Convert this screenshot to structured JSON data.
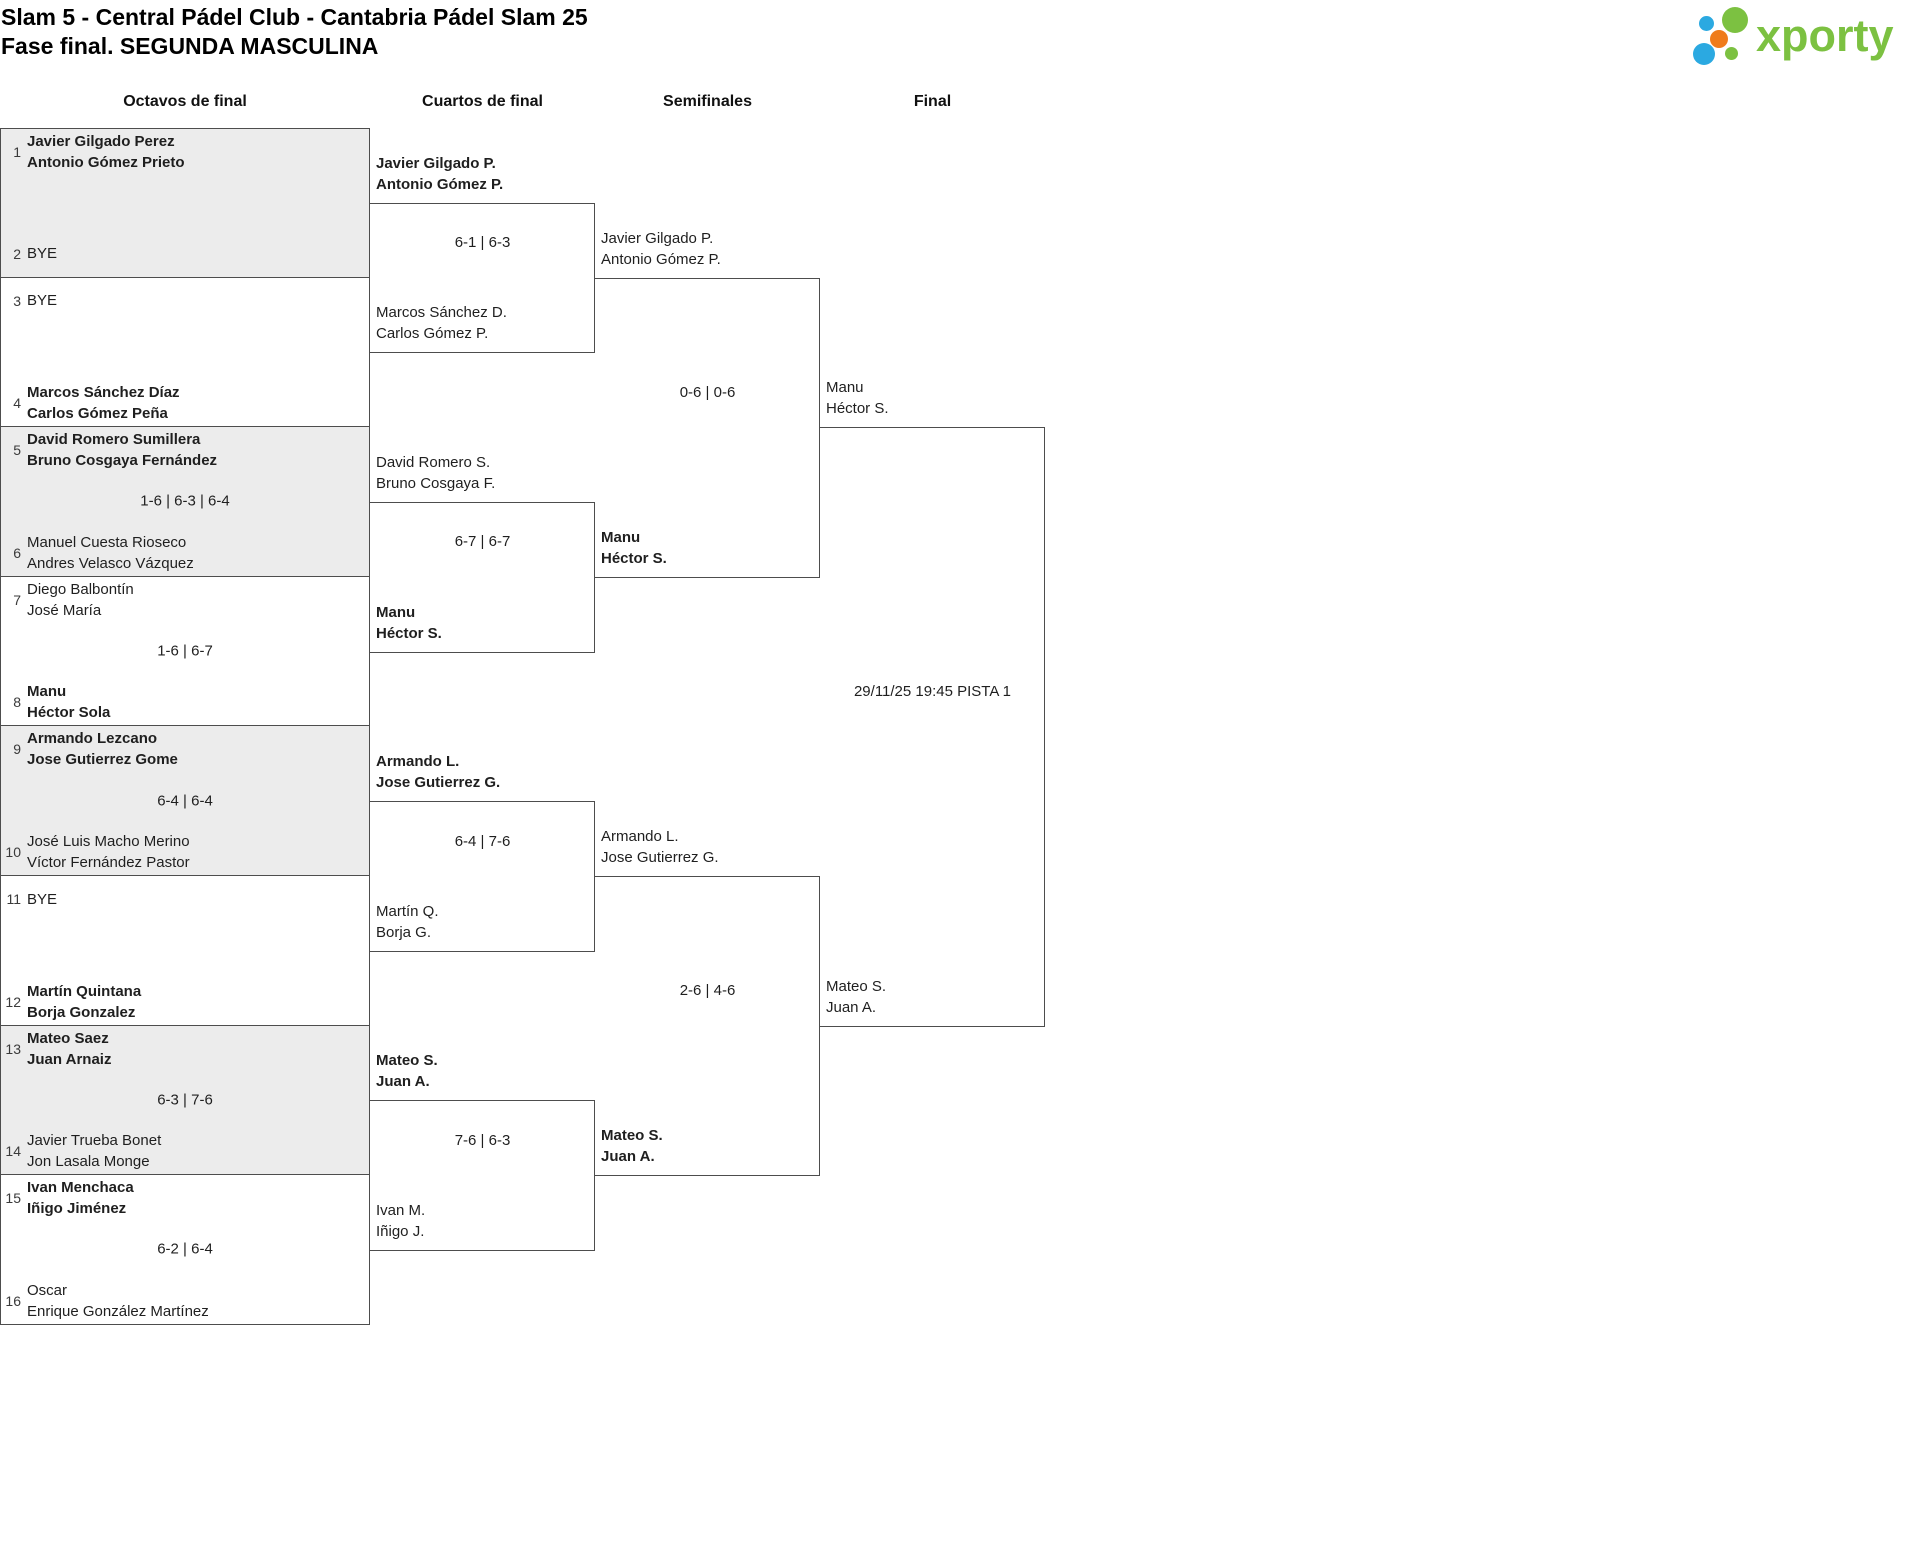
{
  "header": {
    "title": "Slam 5 - Central Pádel Club - Cantabria Pádel Slam 25",
    "subtitle": "Fase final. SEGUNDA MASCULINA"
  },
  "logo": {
    "text": "xporty",
    "colors": {
      "green": "#7cc141",
      "blue": "#2ba9e1",
      "orange": "#ef7c1b"
    }
  },
  "rounds": [
    "Octavos de final",
    "Cuartos de final",
    "Semifinales",
    "Final"
  ],
  "octavos": {
    "matches": [
      {
        "top": {
          "seed": "1",
          "lines": [
            "Javier Gilgado Perez",
            "Antonio Gómez Prieto"
          ]
        },
        "score": "",
        "bottom": {
          "seed": "2",
          "lines": [
            "BYE"
          ]
        }
      },
      {
        "top": {
          "seed": "3",
          "lines": [
            "BYE"
          ]
        },
        "score": "",
        "bottom": {
          "seed": "4",
          "lines": [
            "Marcos Sánchez Díaz",
            "Carlos Gómez Peña"
          ]
        }
      },
      {
        "top": {
          "seed": "5",
          "lines": [
            "David Romero Sumillera",
            "Bruno Cosgaya Fernández"
          ]
        },
        "score": "1-6 | 6-3 | 6-4",
        "bottom": {
          "seed": "6",
          "lines": [
            "Manuel Cuesta Rioseco",
            "Andres Velasco Vázquez"
          ]
        }
      },
      {
        "top": {
          "seed": "7",
          "lines": [
            "Diego Balbontín",
            "José María"
          ]
        },
        "score": "1-6 | 6-7",
        "bottom": {
          "seed": "8",
          "lines": [
            "Manu",
            "Héctor Sola"
          ]
        }
      },
      {
        "top": {
          "seed": "9",
          "lines": [
            "Armando Lezcano",
            "Jose Gutierrez Gome"
          ]
        },
        "score": "6-4 | 6-4",
        "bottom": {
          "seed": "10",
          "lines": [
            "José Luis Macho Merino",
            "Víctor Fernández Pastor"
          ]
        }
      },
      {
        "top": {
          "seed": "11",
          "lines": [
            "BYE"
          ]
        },
        "score": "",
        "bottom": {
          "seed": "12",
          "lines": [
            "Martín Quintana",
            "Borja Gonzalez"
          ]
        }
      },
      {
        "top": {
          "seed": "13",
          "lines": [
            "Mateo Saez",
            "Juan Arnaiz"
          ]
        },
        "score": "6-3 | 7-6",
        "bottom": {
          "seed": "14",
          "lines": [
            "Javier Trueba Bonet",
            "Jon Lasala Monge"
          ]
        }
      },
      {
        "top": {
          "seed": "15",
          "lines": [
            "Ivan Menchaca",
            "Iñigo Jiménez"
          ]
        },
        "score": "6-2 | 6-4",
        "bottom": {
          "seed": "16",
          "lines": [
            "Oscar",
            "Enrique González Martínez"
          ]
        }
      }
    ]
  },
  "cuartos": {
    "matches": [
      {
        "top": [
          "Javier Gilgado P.",
          "Antonio Gómez P."
        ],
        "score": "6-1 | 6-3",
        "bottom": [
          "Marcos Sánchez D.",
          "Carlos Gómez P."
        ]
      },
      {
        "top": [
          "David Romero S.",
          "Bruno Cosgaya F."
        ],
        "score": "6-7 | 6-7",
        "bottom": [
          "Manu",
          "Héctor S."
        ]
      },
      {
        "top": [
          "Armando L.",
          "Jose Gutierrez G."
        ],
        "score": "6-4 | 7-6",
        "bottom": [
          "Martín Q.",
          "Borja G."
        ]
      },
      {
        "top": [
          "Mateo S.",
          "Juan A."
        ],
        "score": "7-6 | 6-3",
        "bottom": [
          "Ivan M.",
          "Iñigo J."
        ]
      }
    ]
  },
  "semifinales": {
    "matches": [
      {
        "top": [
          "Javier Gilgado P.",
          "Antonio Gómez P."
        ],
        "score": "0-6 | 0-6",
        "bottom": [
          "Manu",
          "Héctor S."
        ]
      },
      {
        "top": [
          "Armando L.",
          "Jose Gutierrez G."
        ],
        "score": "2-6 | 4-6",
        "bottom": [
          "Mateo S.",
          "Juan A."
        ]
      }
    ]
  },
  "final": {
    "top": [
      "Manu",
      "Héctor S."
    ],
    "bottom": [
      "Mateo S.",
      "Juan A."
    ],
    "info": "29/11/25 19:45 PISTA 1"
  }
}
